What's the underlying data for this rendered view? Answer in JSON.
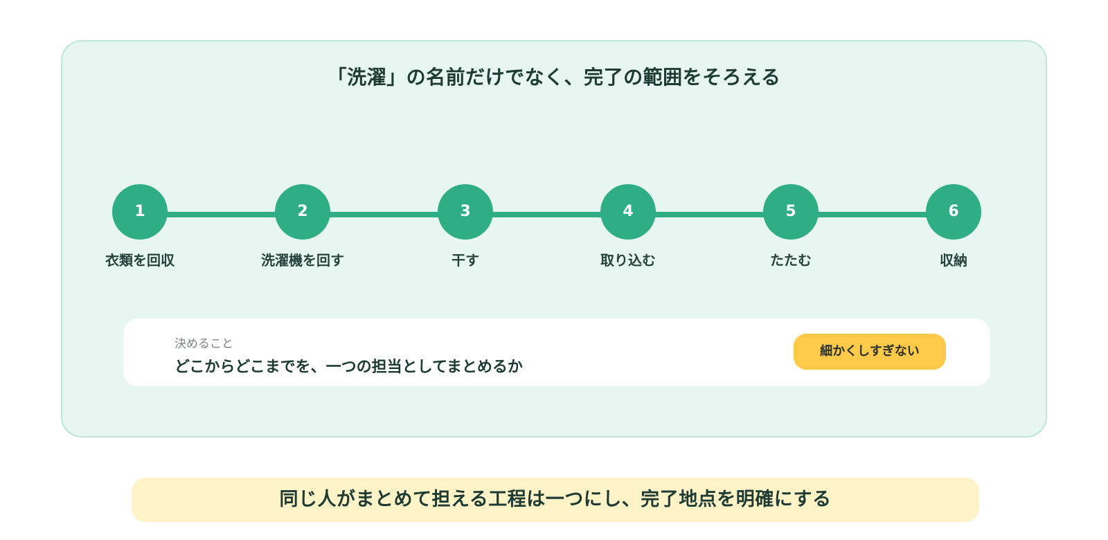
{
  "panel": {
    "title": "「洗濯」の名前だけでなく、完了の範囲をそろえる"
  },
  "steps": [
    {
      "number": "1",
      "label": "衣類を回収"
    },
    {
      "number": "2",
      "label": "洗濯機を回す"
    },
    {
      "number": "3",
      "label": "干す"
    },
    {
      "number": "4",
      "label": "取り込む"
    },
    {
      "number": "5",
      "label": "たたむ"
    },
    {
      "number": "6",
      "label": "収納"
    }
  ],
  "decision": {
    "kicker": "決めること",
    "text": "どこからどこまでを、一つの担当としてまとめるか",
    "tag": "細かくしすぎない"
  },
  "footer": {
    "text": "同じ人がまとめて担える工程は一つにし、完了地点を明確にする"
  },
  "colors": {
    "panel_bg": "#e7f6f0",
    "accent_green": "#2fae86",
    "pill_yellow": "#ffc94a",
    "banner_yellow": "#fff3c7",
    "text_dark": "#1d3a33"
  }
}
